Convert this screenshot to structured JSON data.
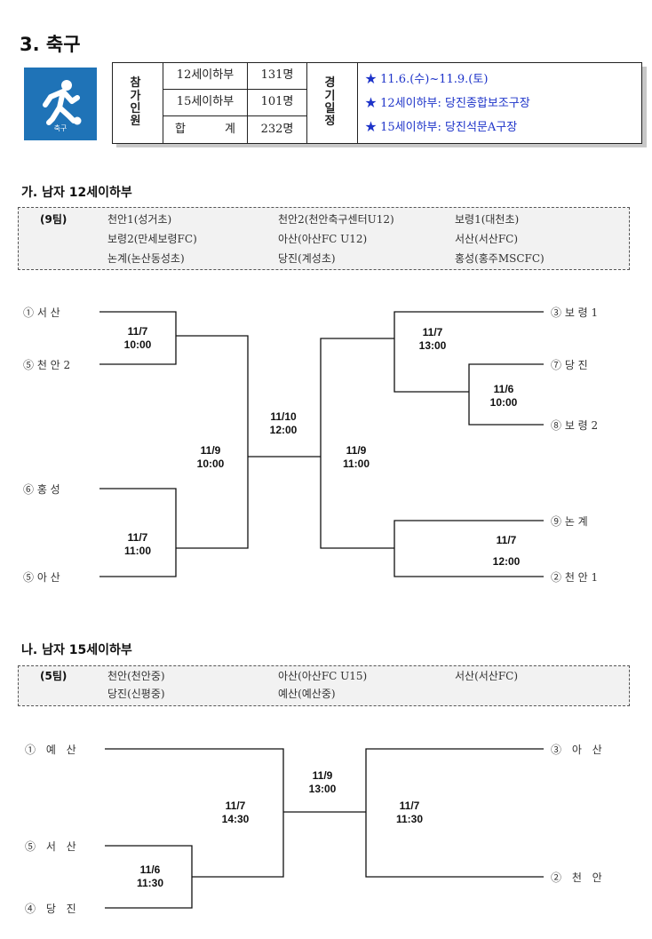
{
  "header": {
    "title": "3. 축구",
    "icon_caption": "축구"
  },
  "info": {
    "participants_label": "참 가 인 원",
    "schedule_label": "경 기 일 정",
    "rows": [
      {
        "category": "12세이하부",
        "count": "131명"
      },
      {
        "category": "15세이하부",
        "count": "101명"
      },
      {
        "category": "합 계",
        "count": "232명"
      }
    ],
    "schedule": [
      "★ 11.6.(수)~11.9.(토)",
      "★ 12세이하부: 당진종합보조구장",
      "★ 15세이하부: 당진석문A구장"
    ]
  },
  "u12": {
    "heading": "가. 남자 12세이하부",
    "team_count": "(9팀)",
    "teams": [
      "천안1(성거초)",
      "천안2(천안축구센터U12)",
      "보령1(대천초)",
      "보령2(만세보령FC)",
      "아산(아산FC U12)",
      "서산(서산FC)",
      "논계(논산동성초)",
      "당진(계성초)",
      "홍성(홍주MSCFC)"
    ],
    "left": [
      "① 서 산",
      "⑤ 천 안 2",
      "⑥ 홍 성",
      "⑤ 아 산"
    ],
    "right": [
      "③ 보 령 1",
      "⑦ 당 진",
      "⑧ 보 령 2",
      "⑨ 논 계",
      "② 천 안 1"
    ],
    "matches": {
      "l1": {
        "date": "11/7",
        "time": "10:00"
      },
      "l2": {
        "date": "11/7",
        "time": "11:00"
      },
      "lsf": {
        "date": "11/9",
        "time": "10:00"
      },
      "final": {
        "date": "11/10",
        "time": "12:00"
      },
      "rsf": {
        "date": "11/9",
        "time": "11:00"
      },
      "r1": {
        "date": "11/7",
        "time": "13:00"
      },
      "r2": {
        "date": "11/6",
        "time": "10:00"
      },
      "r3": {
        "date": "11/7",
        "time": "12:00"
      }
    }
  },
  "u15": {
    "heading": "나. 남자 15세이하부",
    "team_count": "(5팀)",
    "teams": [
      "천안(천안중)",
      "아산(아산FC U15)",
      "서산(서산FC)",
      "당진(신평중)",
      "예산(예산중)"
    ],
    "left": [
      "① 예 산",
      "⑤ 서 산",
      "④ 당 진"
    ],
    "right": [
      "③ 아 산",
      "② 천 안"
    ],
    "matches": {
      "l1": {
        "date": "11/6",
        "time": "11:30"
      },
      "lsf": {
        "date": "11/7",
        "time": "14:30"
      },
      "final": {
        "date": "11/9",
        "time": "13:00"
      },
      "rsf": {
        "date": "11/7",
        "time": "11:30"
      }
    }
  }
}
